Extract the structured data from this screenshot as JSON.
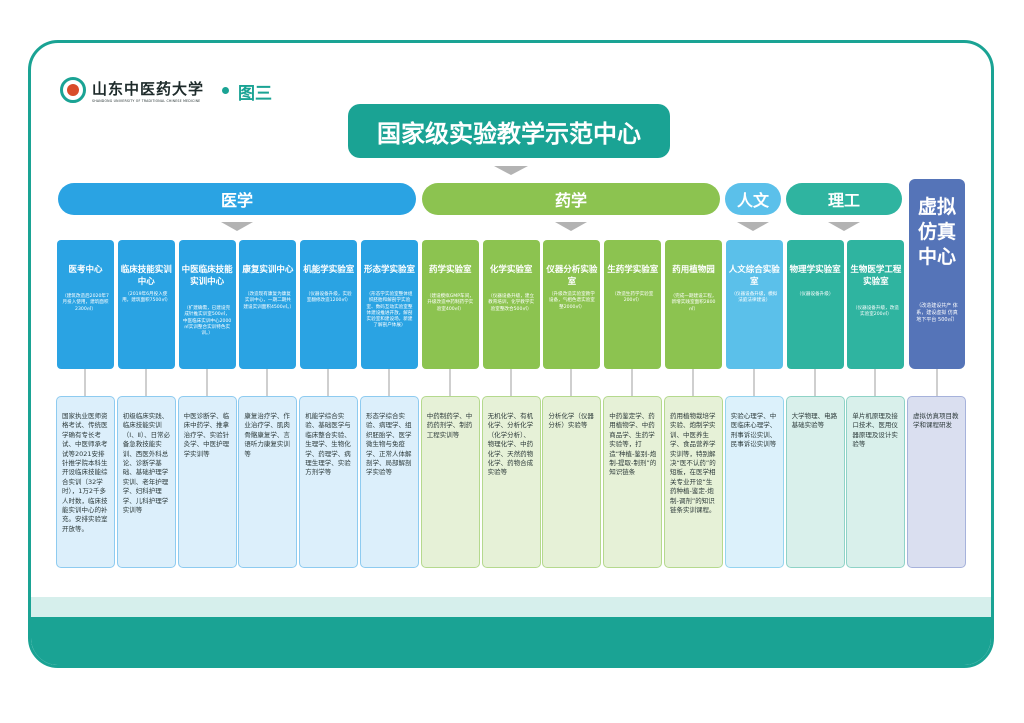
{
  "header": {
    "logo_name": "山东中医药大学",
    "logo_english": "SHANDONG UNIVERSITY OF TRADITIONAL CHINESE MEDICINE",
    "figure_label": "图三"
  },
  "main_title": "国家级实验教学示范中心",
  "colors": {
    "teal_frame": "#1aa394",
    "medicine_blue": "#2aa3e3",
    "pharmacy_green": "#8cc350",
    "humanities_lightblue": "#5bc0ea",
    "engineering_teal": "#2fb4a0",
    "virtual_purple": "#5574b8"
  },
  "categories": [
    {
      "label": "医学"
    },
    {
      "label": "药学"
    },
    {
      "label": "人文"
    },
    {
      "label": "理工"
    }
  ],
  "virtual": {
    "title": "虚拟仿真中心",
    "desc": "（改造建设共产 体系，建设虚拟 仿真地下平台 500㎡）",
    "detail": "虚拟仿真项目教学和课程研发"
  },
  "labs": [
    {
      "title": "医考中心",
      "desc": "（建筑改造后2020年7月投入使用，建筑面积2300㎡）",
      "detail": "国家执业医师资格考试、传统医学确有专长考试、中医师承考试等2021安排针推学院本科生开设临床技能综合实训（32学时），1万2千多人时数，临床技能实训中心的补充。安排实验室开放等。"
    },
    {
      "title": "临床技能实训中心",
      "desc": "（2019年6月投入使用，建筑面积7500㎡）",
      "detail": "初级临床实践、临床技能实训（Ⅰ、Ⅱ）、日常必备急救技能实训、西医外科总论、诊断学基础、基础护理学实训、老年护理学、妇科护理学、儿科护理学实训等"
    },
    {
      "title": "中医临床技能实训中心",
      "desc": "（扩建确需，已建设完成针推实训室500㎡，中医临床实训中心2000㎡实训整合实训特色实训。）",
      "detail": "中医诊断学、临床中药学、推拿治疗学、实验针灸学、中医护理学实训等"
    },
    {
      "title": "康复实训中心",
      "desc": "（改造现有康复为康复实训中心，一期二期共建设实训面积4500㎡。）",
      "detail": "康复治疗学、作业治疗学、肌肉骨骼康复学、言语听力康复实训等"
    },
    {
      "title": "机能学实验室",
      "desc": "（仪器设备升级，实验室翻修改造1200㎡）",
      "detail": "机能学综合实验、基础医学与临床整合实验、生理学、生物化学、药理学、病理生理学、实验方剂学等"
    },
    {
      "title": "形态学实验室",
      "desc": "（形态学实验室整体组织胚胎和解剖学实验室、数码互动实验室整体建设推进开放，解剖实验室和建设场，新建了解剖户体展）",
      "detail": "形态学综合实验、病理学、组织胚胎学、医学微生物与免疫学、正常人体解剖学、局部解剖学实验等"
    },
    {
      "title": "药学实验室",
      "desc": "（建设模拟GMP车间，升级改造中药制药学实验室400㎡）",
      "detail": "中药制药学、中药药剂学、制药工程实训等"
    },
    {
      "title": "化学实验室",
      "desc": "（仪器设备升级，建立教育培训，化学教学实验室整改合500㎡）",
      "detail": "无机化学、有机化学、分析化学（化学分析）、物理化学、中药化学、天然药物化学、药物合成实验等"
    },
    {
      "title": "仪器分析实验室",
      "desc": "（升级改造实验室教学设备，气相色谱实验室整2000㎡）",
      "detail": "分析化学（仪器分析）实验等"
    },
    {
      "title": "生药学实验室",
      "desc": "（改造生药学实验室200㎡）",
      "detail": "中药鉴定学、药用植物学、中药商品学、生药学实验等，打造“种植-鉴别-炮制-提取-制剂”的知识链条"
    },
    {
      "title": "药用植物园",
      "desc": "（完成一期建设工程，新增实践室面积2800㎡）",
      "detail": "药用植物栽培学实验、炮制学实训、中医养生学、食品营养学实训等，特别解决“医不认药”的短板，在医学相关专业开设“生药种植-鉴定-炮制-调剂”的知识链条实训课程。"
    },
    {
      "title": "人文综合实验室",
      "desc": "（仪器设备升级，模拟法庭法律建设）",
      "detail": "实验心理学、中医临床心理学、刑事诉讼实训、民事诉讼实训等"
    },
    {
      "title": "物理学实验室",
      "desc": "（仪器设备升级）",
      "detail": "大学物理、电路基础实验等"
    },
    {
      "title": "生物医学工程实验室",
      "desc": "（仪器设备升级，改造实验室200㎡）",
      "detail": "单片机原理及接口技术、医用仪器原理及设计实验等"
    }
  ]
}
